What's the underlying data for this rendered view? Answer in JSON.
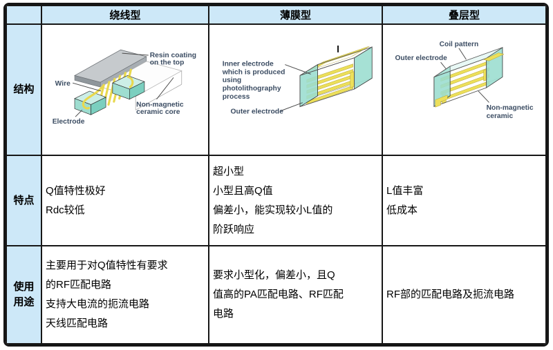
{
  "colors": {
    "header_bg": "#cde8f8",
    "border": "#161616",
    "diagram_label": "#3c4d63",
    "ceramic_teal": "#9addcf",
    "coil_yellow": "#ecdf5a",
    "resin_gray": "#c6cacd"
  },
  "table": {
    "columns": [
      "绕线型",
      "薄膜型",
      "叠层型"
    ],
    "row_labels": [
      "结构",
      "特点",
      "使用\n用途"
    ],
    "features": {
      "wirewound": "Q值特性极好\nRdc较低",
      "thinfilm": "超小型\n小型且高Q值\n偏差小，能实现较小L值的\n阶跃响应",
      "multilayer": "L值丰富\n低成本"
    },
    "applications": {
      "wirewound": "主要用于对Q值特性有要求\n的RF匹配电路\n支持大电流的扼流电路\n天线匹配电路",
      "thinfilm": "要求小型化，偏差小，且Q\n值高的PA匹配电路、RF匹配\n电路",
      "multilayer": "RF部的匹配电路及扼流电路"
    }
  },
  "diagrams": {
    "wirewound": {
      "labels": {
        "resin": [
          "Resin coating",
          "on the top"
        ],
        "wire": "Wire",
        "electrode": "Electrode",
        "core": [
          "Non-magnetic",
          "ceramic core"
        ]
      }
    },
    "thinfilm": {
      "labels": {
        "inner": [
          "Inner electrode",
          "which is produced",
          "using",
          "photolithography",
          "process"
        ],
        "outer": "Outer electrode"
      }
    },
    "multilayer": {
      "labels": {
        "coil": "Coil pattern",
        "outer": "Outer electrode",
        "ceramic": [
          "Non-magnetic",
          "ceramic"
        ]
      }
    }
  }
}
